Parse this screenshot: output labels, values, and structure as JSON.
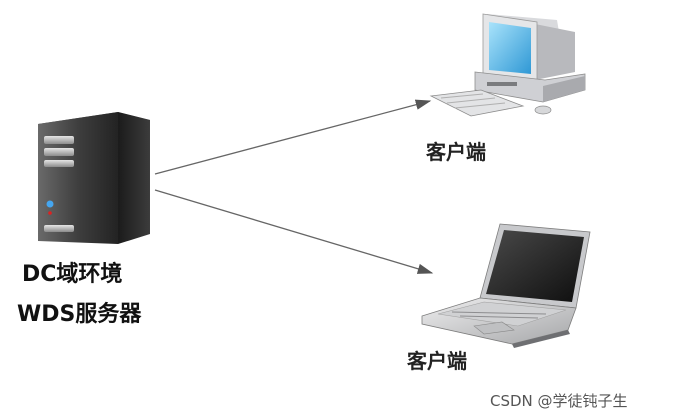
{
  "server": {
    "label_line1": "DC域环境",
    "label_line2": "WDS服务器"
  },
  "clients": [
    {
      "label": "客户端",
      "icon": "desktop-computer-icon"
    },
    {
      "label": "客户端",
      "icon": "laptop-icon"
    }
  ],
  "watermark": "CSDN @学徒钝子生",
  "colors": {
    "arrow": "#555555",
    "screen": "#6ec6ef",
    "server_body": "#2e2e2e"
  }
}
